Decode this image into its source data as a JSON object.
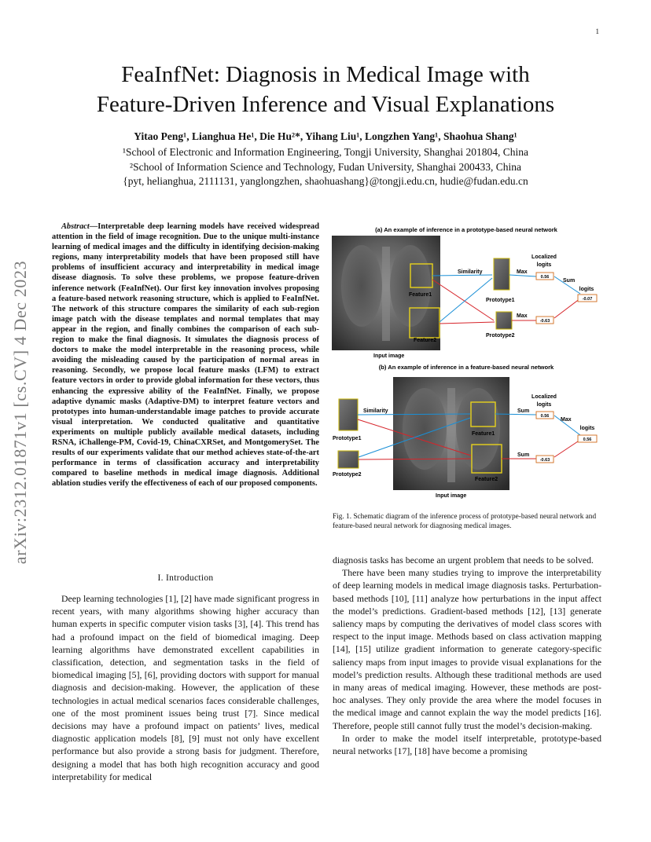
{
  "page_number": "1",
  "arxiv_id": "arXiv:2312.01871v1  [cs.CV]  4 Dec 2023",
  "title_line1": "FeaInfNet: Diagnosis in Medical Image with",
  "title_line2": "Feature-Driven Inference and Visual Explanations",
  "authors": "Yitao Peng¹, Lianghua He¹, Die Hu²*, Yihang Liu¹, Longzhen Yang¹, Shaohua Shang¹",
  "affiliation1": "¹School of Electronic and Information Engineering, Tongji University, Shanghai 201804, China",
  "affiliation2": "²School of Information Science and Technology, Fudan University, Shanghai 200433, China",
  "emails": "{pyt, helianghua, 2111131, yanglongzhen, shaohuashang}@tongji.edu.cn, hudie@fudan.edu.cn",
  "abstract_label": "Abstract",
  "abstract_text": "—Interpretable deep learning models have received widespread attention in the field of image recognition. Due to the unique multi-instance learning of medical images and the difficulty in identifying decision-making regions, many interpretability models that have been proposed still have problems of insufficient accuracy and interpretability in medical image disease diagnosis. To solve these problems, we propose feature-driven inference network (FeaInfNet). Our first key innovation involves proposing a feature-based network reasoning structure, which is applied to FeaInfNet. The network of this structure compares the similarity of each sub-region image patch with the disease templates and normal templates that may appear in the region, and finally combines the comparison of each sub-region to make the final diagnosis. It simulates the diagnosis process of doctors to make the model interpretable in the reasoning process, while avoiding the misleading caused by the participation of normal areas in reasoning. Secondly, we propose local feature masks (LFM) to extract feature vectors in order to provide global information for these vectors, thus enhancing the expressive ability of the FeaInfNet. Finally, we propose adaptive dynamic masks (Adaptive-DM) to interpret feature vectors and prototypes into human-understandable image patches to provide accurate visual interpretation. We conducted qualitative and quantitative experiments on multiple publicly available medical datasets, including RSNA, iChallenge-PM, Covid-19, ChinaCXRSet, and MontgomerySet. The results of our experiments validate that our method achieves state-of-the-art performance in terms of classification accuracy and interpretability compared to baseline methods in medical image diagnosis. Additional ablation studies verify the effectiveness of each of our proposed components.",
  "figure": {
    "panel_a_title": "(a) An example of inference in a prototype-based neural network",
    "panel_b_title": "(b) An example of inference in a feature-based neural network",
    "similarity": "Similarity",
    "max": "Max",
    "sum": "Sum",
    "localized": "Localized",
    "logits": "logits",
    "feature1": "Feature1",
    "feature2": "Feature2",
    "prototype1": "Prototype1",
    "prototype2": "Prototype2",
    "input_image": "Input image",
    "a_val1": "0.56",
    "a_val2": "-0.63",
    "a_logit": "-0.07",
    "b_val1": "0.56",
    "b_val2": "-0.63",
    "b_logit": "0.56"
  },
  "caption": "Fig. 1.  Schematic diagram of the inference process of prototype-based neural network and feature-based neural network for diagnosing medical images.",
  "section_title": "I. Introduction",
  "left_para": "Deep learning technologies [1], [2] have made significant progress in recent years, with many algorithms showing higher accuracy than human experts in specific computer vision tasks [3], [4]. This trend has had a profound impact on the field of biomedical imaging. Deep learning algorithms have demonstrated excellent capabilities in classification, detection, and segmentation tasks in the field of biomedical imaging [5], [6], providing doctors with support for manual diagnosis and decision-making. However, the application of these technologies in actual medical scenarios faces considerable challenges, one of the most prominent issues being trust [7]. Since medical decisions may have a profound impact on patients’ lives, medical diagnostic application models [8], [9] must not only have excellent performance but also provide a strong basis for judgment. Therefore, designing a model that has both high recognition accuracy and good interpretability for medical",
  "right_para1": "diagnosis tasks has become an urgent problem that needs to be solved.",
  "right_para2": "There have been many studies trying to improve the interpretability of deep learning models in medical image diagnosis tasks. Perturbation-based methods [10], [11] analyze how perturbations in the input affect the model’s predictions. Gradient-based methods [12], [13] generate saliency maps by computing the derivatives of model class scores with respect to the input image. Methods based on class activation mapping [14], [15] utilize gradient information to generate category-specific saliency maps from input images to provide visual explanations for the model’s prediction results. Although these traditional methods are used in many areas of medical imaging. However, these methods are post-hoc analyses. They only provide the area where the model focuses in the medical image and cannot explain the way the model predicts [16]. Therefore, people still cannot fully trust the model’s decision-making.",
  "right_para3": "In order to make the model itself interpretable, prototype-based neural networks [17], [18] have become a promising"
}
